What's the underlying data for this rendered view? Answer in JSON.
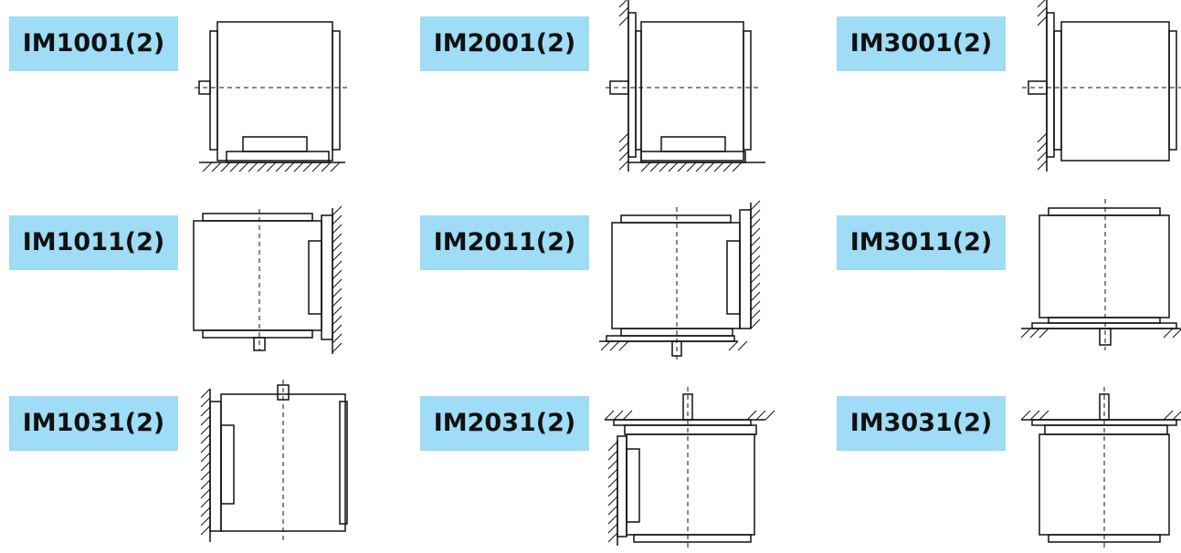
{
  "labels": [
    "IM1001(2)",
    "IM2001(2)",
    "IM3001(2)",
    "IM1011(2)",
    "IM2011(2)",
    "IM3011(2)",
    "IM1031(2)",
    "IM2031(2)",
    "IM3031(2)"
  ],
  "accent_color": "#9fdcf5",
  "line_color": "#111111"
}
